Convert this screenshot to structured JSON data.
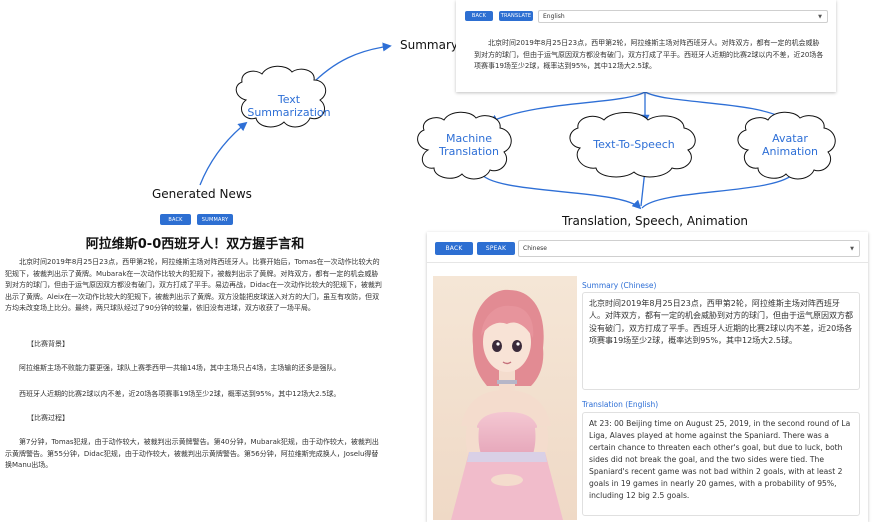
{
  "diagram": {
    "summary_label": "Summary",
    "generated_news_label": "Generated News",
    "output_label": "Translation, Speech, Animation",
    "clouds": {
      "text_summarization": [
        "Text",
        "Summarization"
      ],
      "machine_translation": [
        "Machine",
        "Translation"
      ],
      "text_to_speech": [
        "Text-To-Speech"
      ],
      "avatar_animation": [
        "Avatar",
        "Animation"
      ]
    },
    "accent_color": "#2e6fd6"
  },
  "summary_panel": {
    "back_label": "BACK",
    "translate_label": "TRANSLATE",
    "language_value": "English",
    "text": "北京时间2019年8月25日23点，西甲第2轮，阿拉维斯主场对阵西班牙人。对阵双方，都有一定的机会威胁到对方的球门，但由于运气原因双方都没有破门，双方打成了平手。西班牙人近期的比赛2球以内不差，近20场各项赛事19场至少2球，概率达到95%，其中12场大2.5球。"
  },
  "news_panel": {
    "back_label": "BACK",
    "summary_label": "SUMMARY",
    "title": "阿拉维斯0-0西班牙人！双方握手言和",
    "paragraphs": [
      "北京时间2019年8月25日23点，西甲第2轮，阿拉维斯主场对阵西班牙人。比赛开始后，Tomas在一次动作比较大的犯规下，被裁判出示了黄牌。Mubarak在一次动作比较大的犯规下，被裁判出示了黄牌。对阵双方，都有一定的机会威胁到对方的球门，但由于运气原因双方都没有破门，双方打成了平手。易边再战，Didac在一次动作比较大的犯规下，被裁判出示了黄牌。Aleix在一次动作比较大的犯规下，被裁判出示了黄牌。双方没能把皮球送入对方的大门，虽互有攻防，但双方均未改变场上比分。最终，两只球队经过了90分钟的较量，依旧没有进球，双方收获了一场平局。",
      "【比赛背景】",
      "阿拉维斯主场不败能力要更强，球队上赛季西甲一共输14场，其中主场只占4场，主场输的还多是强队。",
      "西班牙人近期的比赛2球以内不差，近20场各项赛事19场至少2球，概率达到95%，其中12场大2.5球。",
      "【比赛过程】",
      "第7分钟，Tomas犯规，由于动作较大，被裁判出示黄牌警告。第40分钟，Mubarak犯规，由于动作较大，被裁判出示黄牌警告。第55分钟，Didac犯规，由于动作较大，被裁判出示黄牌警告。第56分钟，阿拉维斯完成换人，Joselu得替换Manu出场。"
    ]
  },
  "avatar_panel": {
    "back_label": "BACK",
    "speak_label": "SPEAK",
    "language_value": "Chinese",
    "summary_heading": "Summary (Chinese)",
    "summary_text": "北京时间2019年8月25日23点，西甲第2轮，阿拉维斯主场对阵西班牙人。对阵双方，都有一定的机会威胁到对方的球门，但由于运气原因双方都没有破门，双方打成了平手。西班牙人近期的比赛2球以内不差，近20场各项赛事19场至少2球，概率达到95%，其中12场大2.5球。",
    "translation_heading": "Translation (English)",
    "translation_text": "At 23: 00 Beijing time on August 25, 2019, in the second round of La Liga, Alaves played at home against the Spaniard. There was a certain chance to threaten each other's goal, but due to luck, both sides did not break the goal, and the two sides were tied. The Spaniard's recent game was not bad within 2 goals, with at least 2 goals in 19 games in nearly 20 games, with a probability of 95%, including 12 big 2.5 goals."
  }
}
